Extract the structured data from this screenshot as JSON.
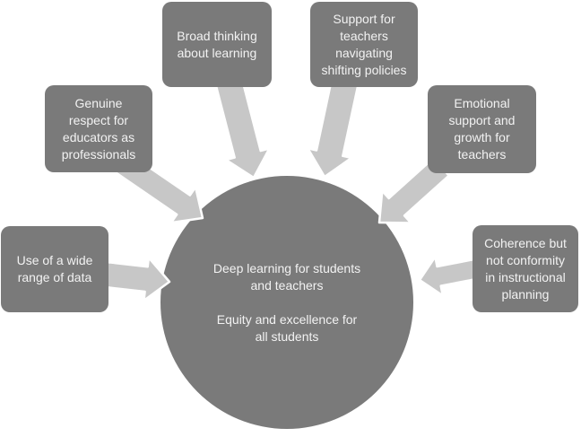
{
  "palette": {
    "node_fill": "#7a7a7a",
    "arrow_fill": "#c7c7c7",
    "arrow_outline": "#ffffff",
    "text_color": "#f2f2f2",
    "background": "#ffffff"
  },
  "center_circle": {
    "lines": [
      "Deep learning for students\nand teachers",
      "Equity and excellence for\nall students"
    ]
  },
  "boxes": [
    {
      "id": "genuine-respect",
      "label": "Genuine\nrespect for\neducators as\nprofessionals"
    },
    {
      "id": "broad-thinking",
      "label": "Broad thinking\nabout learning"
    },
    {
      "id": "support-policies",
      "label": "Support for\nteachers\nnavigating\nshifting policies"
    },
    {
      "id": "emotional-support",
      "label": "Emotional\nsupport and\ngrowth for\nteachers"
    },
    {
      "id": "wide-data",
      "label": "Use of a wide\nrange of data"
    },
    {
      "id": "coherence",
      "label": "Coherence but\nnot conformity\nin instructional\nplanning"
    }
  ]
}
